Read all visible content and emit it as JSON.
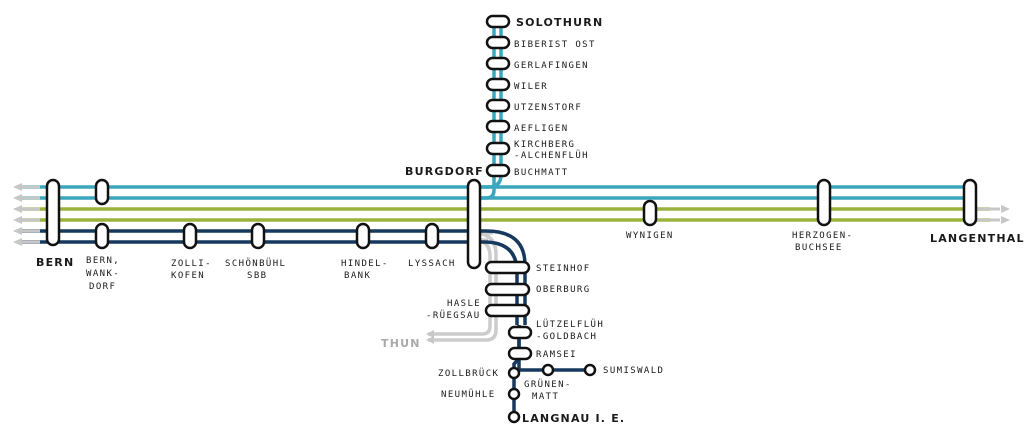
{
  "lines": {
    "teal": "#3aa7bd",
    "green": "#9ab33c",
    "navy": "#17395e",
    "grey": "#cccccc",
    "stop_outline": "#111111",
    "arrow": "#c7c7c7"
  },
  "stations": {
    "bern": "BERN",
    "wankdorf_1": "BERN,",
    "wankdorf_2": "WANK-",
    "wankdorf_3": "DORF",
    "zollikofen_1": "ZOLLI-",
    "zollikofen_2": "KOFEN",
    "schoenbuehl_1": "SCHÖNBÜHL",
    "schoenbuehl_2": "SBB",
    "hindelbank_1": "HINDEL-",
    "hindelbank_2": "BANK",
    "lyssach": "LYSSACH",
    "burgdorf": "BURGDORF",
    "solothurn": "SOLOTHURN",
    "biberist": "BIBERIST OST",
    "gerlafingen": "GERLAFINGEN",
    "wiler": "WILER",
    "utzenstorf": "UTZENSTORF",
    "aefligen": "AEFLIGEN",
    "kirchberg_1": "KIRCHBERG",
    "kirchberg_2": "-ALCHENFLÜH",
    "buchmatt": "BUCHMATT",
    "wynigen": "WYNIGEN",
    "herzogenbuchsee_1": "HERZOGEN-",
    "herzogenbuchsee_2": "BUCHSEE",
    "langenthal": "LANGENTHAL",
    "steinhof": "STEINHOF",
    "oberburg": "OBERBURG",
    "hasle_1": "HASLE",
    "hasle_2": "-RÜEGSAU",
    "thun": "THUN",
    "luetzelflueh_1": "LÜTZELFLÜH",
    "luetzelflueh_2": "-GOLDBACH",
    "ramsei": "RAMSEI",
    "sumiswald": "SUMISWALD",
    "zollbrueck": "ZOLLBRÜCK",
    "gruenenmatt_1": "GRÜNEN-",
    "gruenenmatt_2": "MATT",
    "neumuehle": "NEUMÜHLE",
    "langnau": "LANGNAU I. E."
  }
}
